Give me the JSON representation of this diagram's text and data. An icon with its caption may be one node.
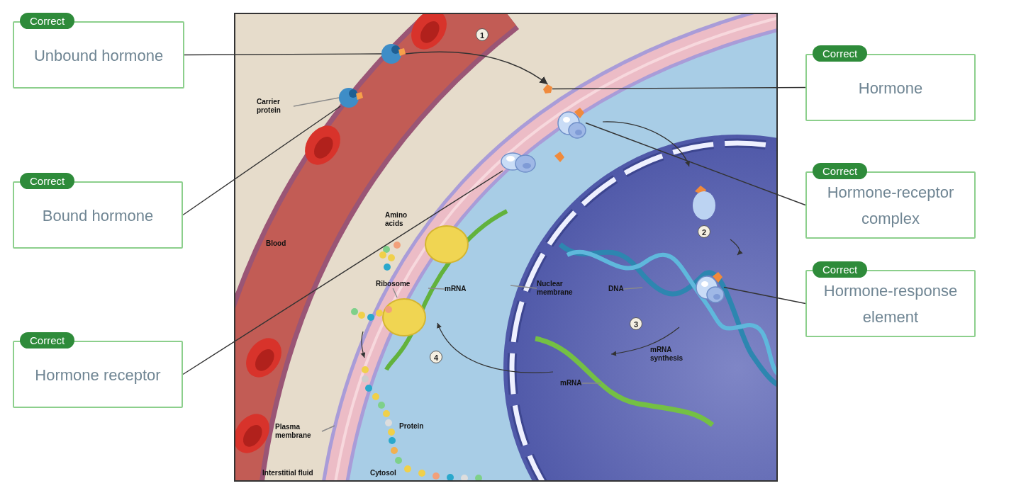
{
  "diagram": {
    "nodes": [
      {
        "text": [
          "Correct",
          "Unbound hormone"
        ]
      },
      {
        "text": [
          "Correct",
          "Hormone"
        ]
      },
      {
        "text": [
          "Correct",
          "Bound hormone"
        ]
      },
      {
        "text": [
          "Correct",
          "Hormone-receptor complex"
        ]
      },
      {
        "text": [
          "Correct",
          "Hormone-response element"
        ]
      },
      {
        "text": [
          "Correct",
          "Hormone receptor"
        ]
      },
      {
        "text": [],
        "shape": "picture"
      },
      {
        "text": [],
        "shape": "picture"
      },
      {
        "text": [],
        "shape": "picture"
      },
      {
        "text": [],
        "shape": "picture"
      },
      {
        "text": [],
        "shape": "picture"
      },
      {
        "text": [],
        "shape": "picture"
      },
      {
        "text": [
          "Carrier protein"
        ]
      },
      {
        "text": [
          "Ribosome"
        ]
      },
      {
        "text": [
          "mRNA"
        ]
      },
      {
        "text": [
          "Nuclear membrane"
        ]
      },
      {
        "text": [
          "DNA"
        ]
      },
      {
        "text": [
          "mRNA"
        ]
      },
      {
        "text": [
          "Plasma membrane"
        ]
      }
    ],
    "edges": [
      {
        "from": 0,
        "to": 6,
        "arrow": "none"
      },
      {
        "from": 1,
        "to": 9,
        "arrow": "none"
      },
      {
        "from": 2,
        "to": 7,
        "arrow": "none"
      },
      {
        "from": 3,
        "to": 10,
        "arrow": "none"
      },
      {
        "from": 4,
        "to": 11,
        "arrow": "none"
      },
      {
        "from": 5,
        "to": 8,
        "arrow": "none"
      },
      {
        "from": 12,
        "to": 7,
        "arrow": "none"
      },
      {
        "from": 13,
        "to": null,
        "arrow": "none"
      },
      {
        "from": 14,
        "to": null,
        "arrow": "none"
      },
      {
        "from": 15,
        "to": null,
        "arrow": "none"
      },
      {
        "from": 16,
        "to": null,
        "arrow": "none"
      },
      {
        "from": 17,
        "to": null,
        "arrow": "none"
      },
      {
        "from": 18,
        "to": null,
        "arrow": "none"
      },
      {
        "from": 6,
        "to": 9,
        "arrow": "to"
      }
    ],
    "labels": [
      "1",
      "Blood",
      "Amino acids",
      "2",
      "3",
      "mRNA synthesis",
      "4",
      "Protein",
      "Interstitial fluid",
      "Cytosol"
    ]
  }
}
